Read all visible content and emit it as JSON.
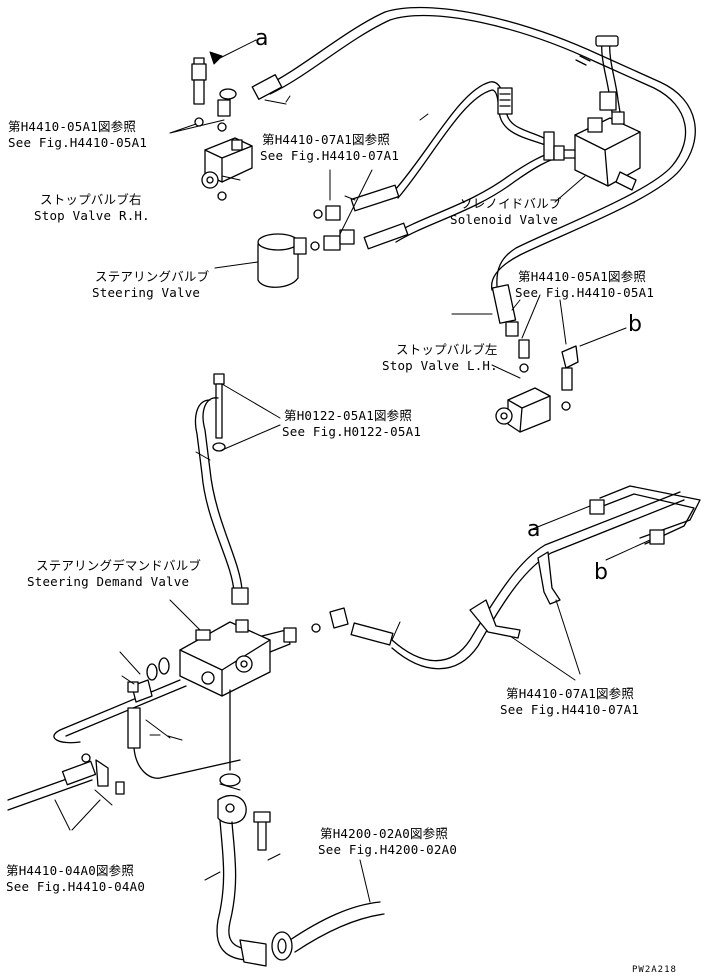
{
  "labels": {
    "a_top": "a",
    "ref_stop_rh_jp": "第H4410-05A1図参照",
    "ref_stop_rh_en": "See Fig.H4410-05A1",
    "ref_steer_jp": "第H4410-07A1図参照",
    "ref_steer_en": "See Fig.H4410-07A1",
    "stop_rh_jp": "ストップバルブ右",
    "stop_rh_en": "Stop Valve R.H.",
    "solenoid_jp": "ソレノイドバルブ",
    "solenoid_en": "Solenoid Valve",
    "steering_jp": "ステアリングバルブ",
    "steering_en": "Steering Valve",
    "ref_stop_lh_jp": "第H4410-05A1図参照",
    "ref_stop_lh_en": "See Fig.H4410-05A1",
    "b_top": "b",
    "stop_lh_jp": "ストップバルブ左",
    "stop_lh_en": "Stop Valve L.H.",
    "ref_0122_jp": "第H0122-05A1図参照",
    "ref_0122_en": "See Fig.H0122-05A1",
    "demand_jp": "ステアリングデマンドバルブ",
    "demand_en": "Steering Demand Valve",
    "a_mid": "a",
    "b_mid": "b",
    "ref_clamp_jp": "第H4410-07A1図参照",
    "ref_clamp_en": "See Fig.H4410-07A1",
    "ref_4200_jp": "第H4200-02A0図参照",
    "ref_4200_en": "See Fig.H4200-02A0",
    "ref_0440_jp": "第H4410-04A0図参照",
    "ref_0440_en": "See Fig.H4410-04A0",
    "drawing_no": "PW2A218"
  }
}
